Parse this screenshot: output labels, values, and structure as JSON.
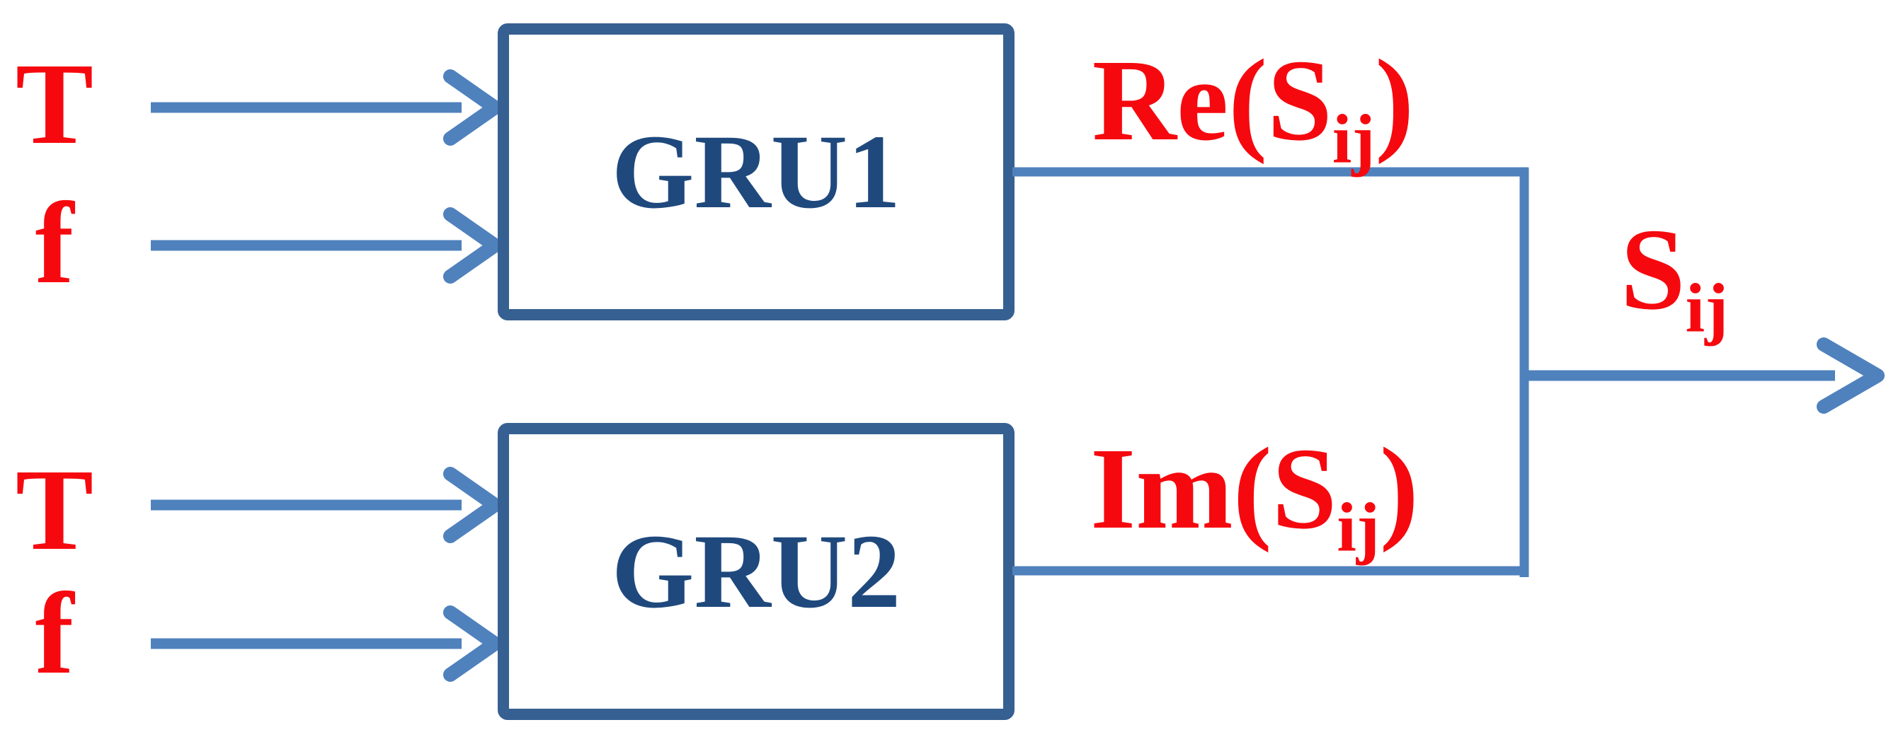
{
  "colors": {
    "red": "#f5090f",
    "line_blue": "#4f81bd",
    "box_border": "#376092",
    "box_text": "#1f497d",
    "background": "#ffffff"
  },
  "labels": {
    "input_t_top": "T",
    "input_f_top": "f",
    "input_t_bottom": "T",
    "input_f_bottom": "f",
    "gru1": "GRU1",
    "gru2": "GRU2",
    "re_prefix": "Re(S",
    "re_sub": "ij",
    "re_suffix": ")",
    "im_prefix": "Im(S",
    "im_sub": "ij",
    "im_suffix": ")",
    "out_prefix": "S",
    "out_sub": "ij"
  },
  "connections": [
    {
      "from": "T",
      "to": "GRU1"
    },
    {
      "from": "f",
      "to": "GRU1"
    },
    {
      "from": "T",
      "to": "GRU2"
    },
    {
      "from": "f",
      "to": "GRU2"
    },
    {
      "from": "GRU1",
      "to": "merge-junction",
      "label": "Re(Sij)"
    },
    {
      "from": "GRU2",
      "to": "merge-junction",
      "label": "Im(Sij)"
    },
    {
      "from": "merge-junction",
      "to": "output",
      "label": "Sij"
    }
  ]
}
